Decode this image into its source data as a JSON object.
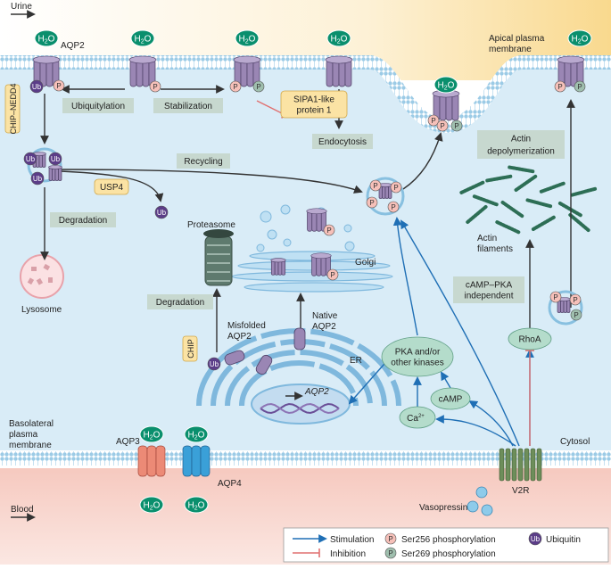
{
  "regions": {
    "urine": "Urine",
    "apical_membrane": [
      "Apical plasma",
      "membrane"
    ],
    "basolateral_membrane": [
      "Basolateral",
      "plasma",
      "membrane"
    ],
    "cytosol": "Cytosol",
    "blood": "Blood"
  },
  "water": {
    "h": "H",
    "sub": "2",
    "o": "O"
  },
  "channels": {
    "aqp2": "AQP2",
    "aqp3": "AQP3",
    "aqp4": "AQP4",
    "v2r": "V2R",
    "vasopressin": "Vasopressin"
  },
  "processes": {
    "ubiquitylation": "Ubiquitylation",
    "stabilization": "Stabilization",
    "sipa1": [
      "SIPA1-like",
      "protein 1"
    ],
    "endocytosis": "Endocytosis",
    "chip_nedd4": "CHIP–NEDD4",
    "recycling": "Recycling",
    "usp4": "USP4",
    "degradation_left": "Degradation",
    "lysosome": "Lysosome",
    "proteasome": "Proteasome",
    "degradation_mid": "Degradation",
    "chip": "CHIP",
    "misfolded": [
      "Misfolded",
      "AQP2"
    ],
    "native": [
      "Native",
      "AQP2"
    ],
    "golgi": "Golgi",
    "er": "ER",
    "gene": "AQP2",
    "actin_depoly": [
      "Actin",
      "depolymerization"
    ],
    "actin_filaments": [
      "Actin",
      "filaments"
    ],
    "camp_pka_independent": [
      "cAMP–PKA",
      "independent"
    ],
    "pka": [
      "PKA and/or",
      "other kinases"
    ],
    "camp": "cAMP",
    "calcium": "Ca",
    "calcium_sup": "2+",
    "rhoa": "RhoA"
  },
  "badges": {
    "p": "P",
    "ub": "Ub"
  },
  "legend": {
    "stimulation": "Stimulation",
    "inhibition": "Inhibition",
    "ser256": "Ser256 phosphorylation",
    "ser269": "Ser269 phosphorylation",
    "ubiquitin": "Ubiquitin"
  },
  "colors": {
    "cytosol": "#d9ecf7",
    "urine": "#fbe7bf",
    "blood": "#f4b7aa",
    "aqp2": "#9a86b4",
    "h2o": "#0a8f6d",
    "p256": "#f6c0b9",
    "p269": "#9fbfae",
    "ub": "#5b3d88",
    "label_box": "#c7d8cf",
    "stimulation": "#1f6fb5",
    "inhibition": "#e07070",
    "aqp3": "#ec8a76",
    "aqp4": "#3aa0d8",
    "node": "#b4dccb"
  }
}
